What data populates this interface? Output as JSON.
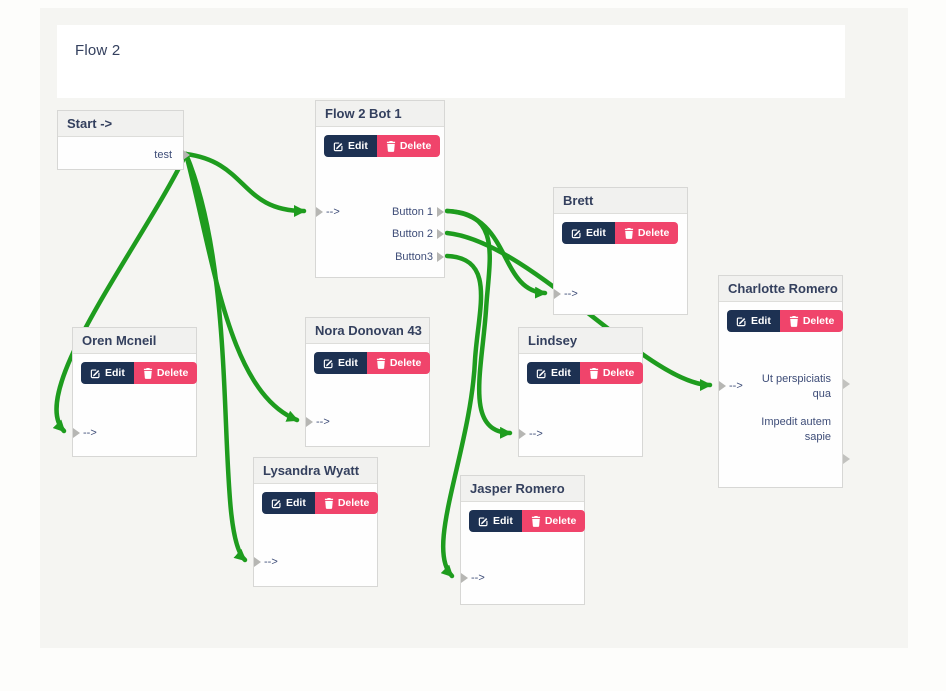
{
  "page": {
    "title": "Flow 2"
  },
  "labels": {
    "edit": "Edit",
    "delete": "Delete",
    "input_arrow": "-->"
  },
  "nodes": [
    {
      "title": "Start ->",
      "has_buttons": false,
      "outputs": [
        "test"
      ]
    },
    {
      "title": "Flow 2 Bot 1",
      "has_buttons": true,
      "input": "-->",
      "outputs": [
        "Button 1",
        "Button 2",
        "Button3"
      ]
    },
    {
      "title": "Brett",
      "has_buttons": true,
      "input": "-->",
      "outputs": []
    },
    {
      "title": "Charlotte Romero",
      "has_buttons": true,
      "input": "-->",
      "outputs": [
        "Ut perspiciatis qua",
        "Impedit autem sapie"
      ]
    },
    {
      "title": "Oren Mcneil",
      "has_buttons": true,
      "input": "-->",
      "outputs": []
    },
    {
      "title": "Nora Donovan 43",
      "has_buttons": true,
      "input": "-->",
      "outputs": []
    },
    {
      "title": "Lindsey",
      "has_buttons": true,
      "input": "-->",
      "outputs": []
    },
    {
      "title": "Lysandra Wyatt",
      "has_buttons": true,
      "input": "-->",
      "outputs": []
    },
    {
      "title": "Jasper Romero",
      "has_buttons": true,
      "input": "-->",
      "outputs": []
    }
  ],
  "edges": [
    {
      "from": "Start -> / test",
      "to": "Flow 2 Bot 1 / input"
    },
    {
      "from": "Start -> / test",
      "to": "Oren Mcneil / input"
    },
    {
      "from": "Start -> / test",
      "to": "Nora Donovan 43 / input"
    },
    {
      "from": "Start -> / test",
      "to": "Lysandra Wyatt / input"
    },
    {
      "from": "Flow 2 Bot 1 / Button 1",
      "to": "Brett / input"
    },
    {
      "from": "Flow 2 Bot 1 / Button 1",
      "to": "Lindsey / input"
    },
    {
      "from": "Flow 2 Bot 1 / Button 2",
      "to": "Charlotte Romero / input"
    },
    {
      "from": "Flow 2 Bot 1 / Button3",
      "to": "Jasper Romero / input"
    }
  ],
  "colors": {
    "edge_green": "#1e9c1e",
    "edit_button": "#1d3152",
    "delete_button": "#f0446b",
    "node_header_bg": "#f1f1ef",
    "title_text": "#34405e",
    "canvas_bg": "#f5f5f2"
  }
}
